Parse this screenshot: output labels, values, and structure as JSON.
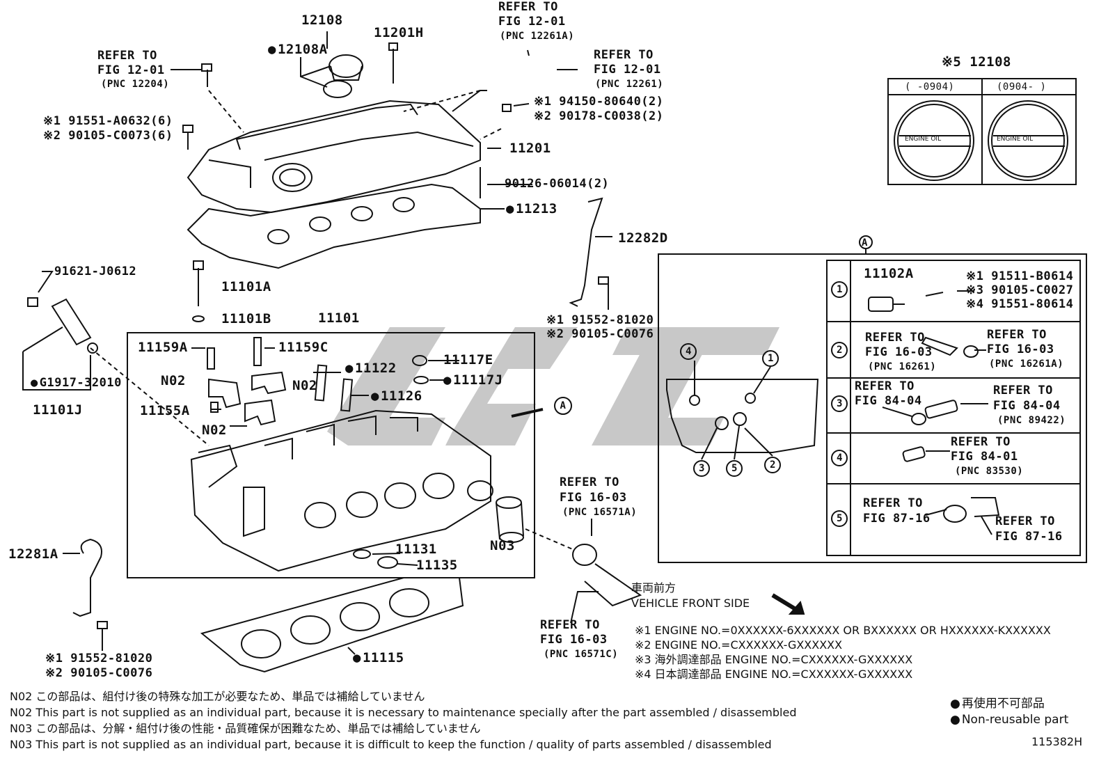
{
  "brand_color": "#bfbfbf",
  "top": {
    "p12108": "12108",
    "p12108A": "12108A",
    "p11201H": "11201H",
    "ref_a": [
      "REFER TO",
      "FIG 12-01",
      "(PNC 12204)"
    ],
    "ref_b": [
      "REFER TO",
      "FIG 12-01",
      "(PNC 12261A)"
    ],
    "ref_c": [
      "REFER TO",
      "FIG 12-01",
      "(PNC 12261)"
    ],
    "bolt1": "※1 91551-A0632(6)",
    "bolt2": "※2 90105-C0073(6)",
    "nut1": "※1 94150-80640(2)",
    "nut2": "※2 90178-C0038(2)",
    "p11201": "11201",
    "stud": "90126-06014(2)",
    "p11213": "11213"
  },
  "cap_inset": {
    "title": "※5 12108",
    "col1": "(    -0904)",
    "col2": "(0904-     )",
    "cap_text": "ENGINE OIL"
  },
  "left": {
    "p91621": "91621-J0612",
    "g1917": "G1917-32010",
    "p11101J": "11101J",
    "p11101A": "11101A",
    "p11101B": "11101B",
    "p12281A": "12281A",
    "b1": "※1 91552-81020",
    "b2": "※2 90105-C0076"
  },
  "head_box": {
    "title": "11101",
    "p11159A": "11159A",
    "p11159C": "11159C",
    "p11122": "11122",
    "p11117E": "11117E",
    "p11117J": "11117J",
    "p11126": "11126",
    "n02": "N02",
    "p11155A": "11155A",
    "p11131": "11131",
    "p11135": "11135",
    "marker": "A"
  },
  "right_mid": {
    "p12282D": "12282D",
    "b1": "※1 91552-81020",
    "b2": "※2 90105-C0076",
    "n03": "N03",
    "ref_top": [
      "REFER TO",
      "FIG 16-03",
      "(PNC 16571A)"
    ],
    "ref_bot": [
      "REFER TO",
      "FIG 16-03",
      "(PNC 16571C)"
    ],
    "front_jp": "車両前方",
    "front_en": "VEHICLE FRONT SIDE"
  },
  "gasket": "11115",
  "inset_a": {
    "marker": "A",
    "rows": [
      {
        "num": "1",
        "part": "11102A",
        "codes": [
          "※1 91511-B0614",
          "※3 90105-C0027",
          "※4 91551-80614"
        ]
      },
      {
        "num": "2",
        "left": [
          "REFER TO",
          "FIG 16-03",
          "(PNC 16261)"
        ],
        "right": [
          "REFER TO",
          "FIG 16-03",
          "(PNC 16261A)"
        ]
      },
      {
        "num": "3",
        "left": [
          "REFER TO",
          "FIG 84-04"
        ],
        "right": [
          "REFER TO",
          "FIG 84-04",
          "(PNC 89422)"
        ]
      },
      {
        "num": "4",
        "right": [
          "REFER TO",
          "FIG 84-01",
          "(PNC 83530)"
        ]
      },
      {
        "num": "5",
        "left": [
          "REFER TO",
          "FIG 87-16"
        ],
        "right": [
          "REFER TO",
          "FIG 87-16"
        ]
      }
    ],
    "callouts": [
      "1",
      "2",
      "3",
      "4",
      "5"
    ]
  },
  "engine_notes": [
    "※1 ENGINE NO.=0XXXXXX-6XXXXXX OR BXXXXXX OR HXXXXXX-KXXXXXX",
    "※2 ENGINE NO.=CXXXXXX-GXXXXXX",
    "※3 海外調達部品 ENGINE NO.=CXXXXXX-GXXXXXX",
    "※4 日本調達部品 ENGINE NO.=CXXXXXX-GXXXXXX"
  ],
  "footnotes": [
    "N02  この部品は、組付け後の特殊な加工が必要なため、単品では補給していません",
    "N02  This part is not supplied as an individual part, because it is necessary to maintenance specially after the part assembled / disassembled",
    "N03  この部品は、分解・組付け後の性能・品質確保が困難なため、単品では補給していません",
    "N03  This part is not supplied as an individual part, because it is difficult to keep the function / quality of parts  assembled / disassembled"
  ],
  "legend": {
    "jp": "再使用不可部品",
    "en": "Non-reusable part"
  },
  "drawing_no": "115382H"
}
